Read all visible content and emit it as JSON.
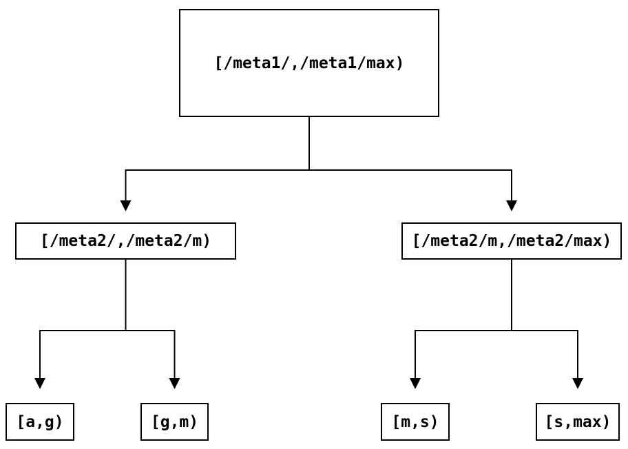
{
  "tree": {
    "root": {
      "label": "[/meta1/,/meta1/max)"
    },
    "children": [
      {
        "label": "[/meta2/,/meta2/m)",
        "children": [
          {
            "label": "[a,g)"
          },
          {
            "label": "[g,m)"
          }
        ]
      },
      {
        "label": "[/meta2/m,/meta2/max)",
        "children": [
          {
            "label": "[m,s)"
          },
          {
            "label": "[s,max)"
          }
        ]
      }
    ]
  },
  "colors": {
    "line": "#000000",
    "text": "#000000",
    "node_border": "#000000",
    "node_fill": "#ffffff",
    "background": "#ffffff"
  }
}
